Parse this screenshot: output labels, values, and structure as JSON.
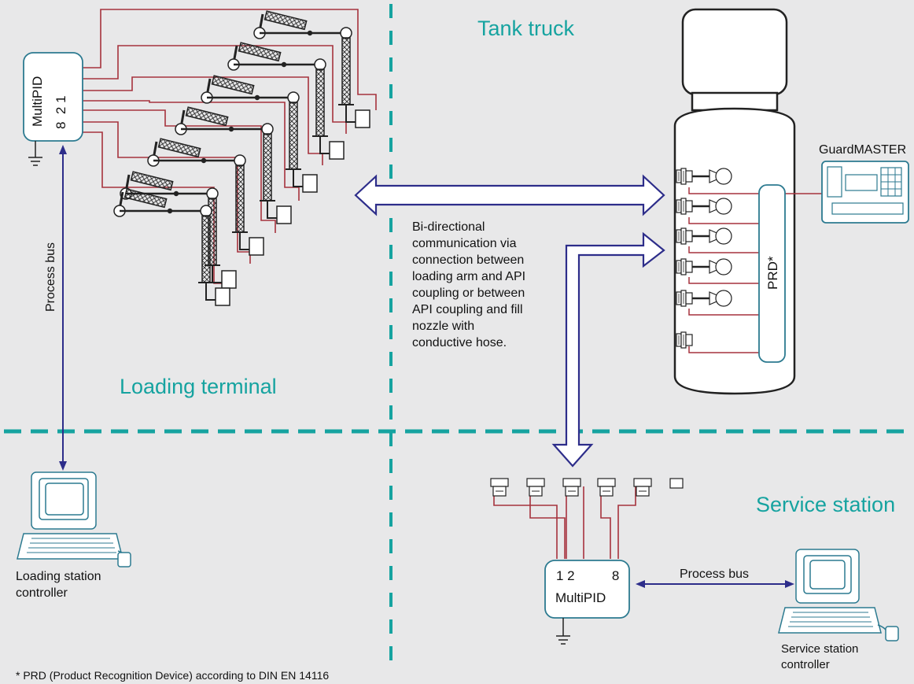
{
  "regions": {
    "tank_truck": "Tank truck",
    "loading_terminal": "Loading terminal",
    "service_station": "Service station"
  },
  "labels": {
    "multipid_top": "MultiPID",
    "multipid_top_ports": "8  2 1",
    "multipid_bottom": "MultiPID",
    "multipid_bottom_ports": "1 2          8",
    "process_bus_vertical": "Process bus",
    "process_bus_horizontal": "Process bus",
    "guardmaster": "GuardMASTER",
    "prd": "PRD*",
    "bidirectional": [
      "Bi-directional",
      "communication via",
      "connection between",
      "loading arm and API",
      "coupling or between",
      "API coupling and fill",
      "nozzle with",
      "conductive hose."
    ],
    "loading_station_controller": [
      "Loading station",
      "controller"
    ],
    "service_station_controller": [
      "Service station",
      "controller"
    ],
    "footnote": "* PRD (Product Recognition Device) according to DIN EN 14116"
  },
  "colors": {
    "background": "#e8e8e9",
    "divider": "#16a3a0",
    "region_text": "#16a3a0",
    "wire": "#a6323d",
    "bus_arrow": "#2d2d8a",
    "device_outline": "#2c7a90"
  },
  "icons": [
    "loading-arm-icon",
    "computer-terminal-icon",
    "api-coupling-icon",
    "fill-nozzle-icon",
    "ground-symbol-icon",
    "guardmaster-device-icon",
    "tank-truck-icon"
  ]
}
